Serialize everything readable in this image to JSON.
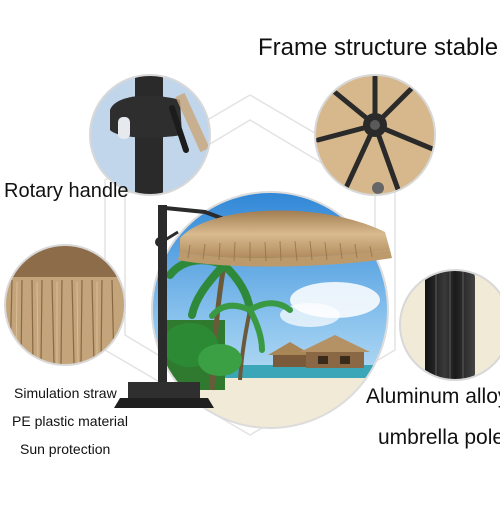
{
  "title": "Frame structure stable",
  "features": {
    "rotary_handle": "Rotary handle",
    "straw_line1": "Simulation straw",
    "straw_line2": "PE plastic material",
    "straw_line3": "Sun protection",
    "pole_line1": "Aluminum alloy",
    "pole_line2": "umbrella pole"
  },
  "colors": {
    "text": "#111111",
    "frame": "#2b2b2b",
    "straw": "#c7a67a",
    "sky": "#5aa7e6",
    "sand": "#f1ead6"
  }
}
